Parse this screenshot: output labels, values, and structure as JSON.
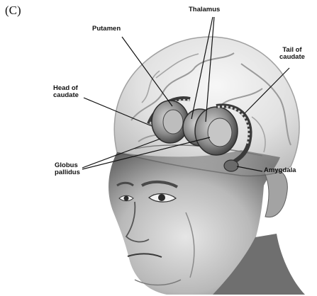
{
  "panel_letter": "(C)",
  "labels": {
    "putamen": "Putamen",
    "thalamus": "Thalamus",
    "tail_of_caudate": [
      "Tail of",
      "caudate"
    ],
    "head_of_caudate": [
      "Head of",
      "caudate"
    ],
    "globus_pallidus": [
      "Globus",
      "pallidus"
    ],
    "amygdala": "Amygdala"
  },
  "colors": {
    "background": "#ffffff",
    "line": "#111111"
  }
}
